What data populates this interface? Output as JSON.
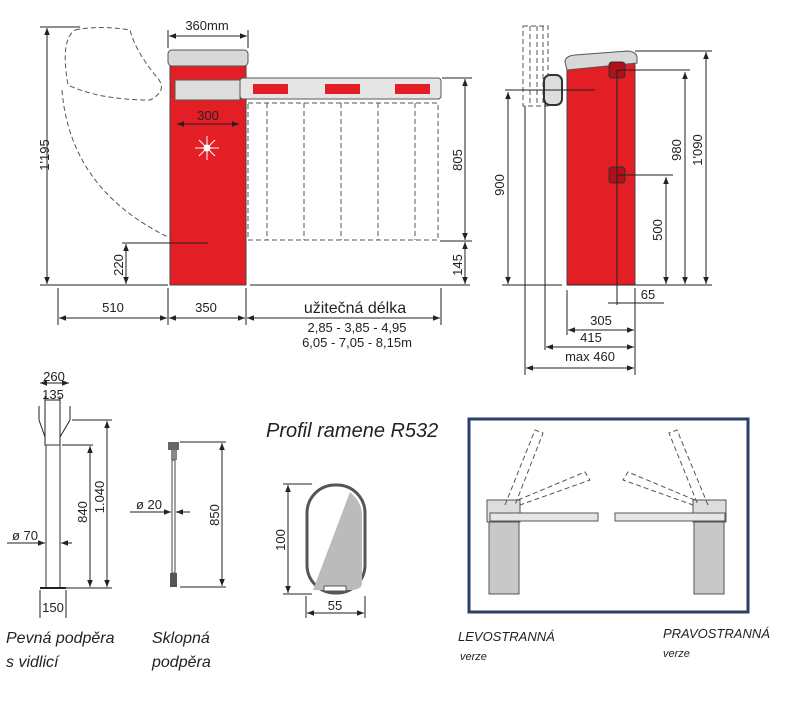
{
  "front_view": {
    "width_top": "360mm",
    "width_inner": "300",
    "height_total": "1'195",
    "height_arm": "805",
    "height_low": "145",
    "height_220": "220",
    "dist_left": "510",
    "cabinet_width": "350",
    "useful_length_label": "užitečná délka",
    "lengths_line1": "2,85 - 3,85 - 4,95",
    "lengths_line2": "6,05 - 7,05 - 8,15m"
  },
  "side_view": {
    "h900": "900",
    "h500": "500",
    "h980": "980",
    "h1090": "1'090",
    "d65": "65",
    "d305": "305",
    "d415": "415",
    "dmax": "max 460"
  },
  "fixed_support": {
    "w260": "260",
    "w135": "135",
    "h1040": "1.040",
    "h840": "840",
    "dia": "ø 70",
    "base": "150",
    "caption1": "Pevná podpěra",
    "caption2": "s vidlicí"
  },
  "folding_support": {
    "dia": "ø 20",
    "h850": "850",
    "caption1": "Sklopná",
    "caption2": "podpěra"
  },
  "profile": {
    "title": "Profil ramene R532",
    "height": "100",
    "width": "55"
  },
  "versions": {
    "left_label": "LEVOSTRANNÁ",
    "left_sub": "verze",
    "right_label": "PRAVOSTRANNÁ",
    "right_sub": "verze"
  },
  "colors": {
    "red": "#e31e24",
    "frame": "#2b3f6b",
    "grey": "#c8c8c8"
  }
}
